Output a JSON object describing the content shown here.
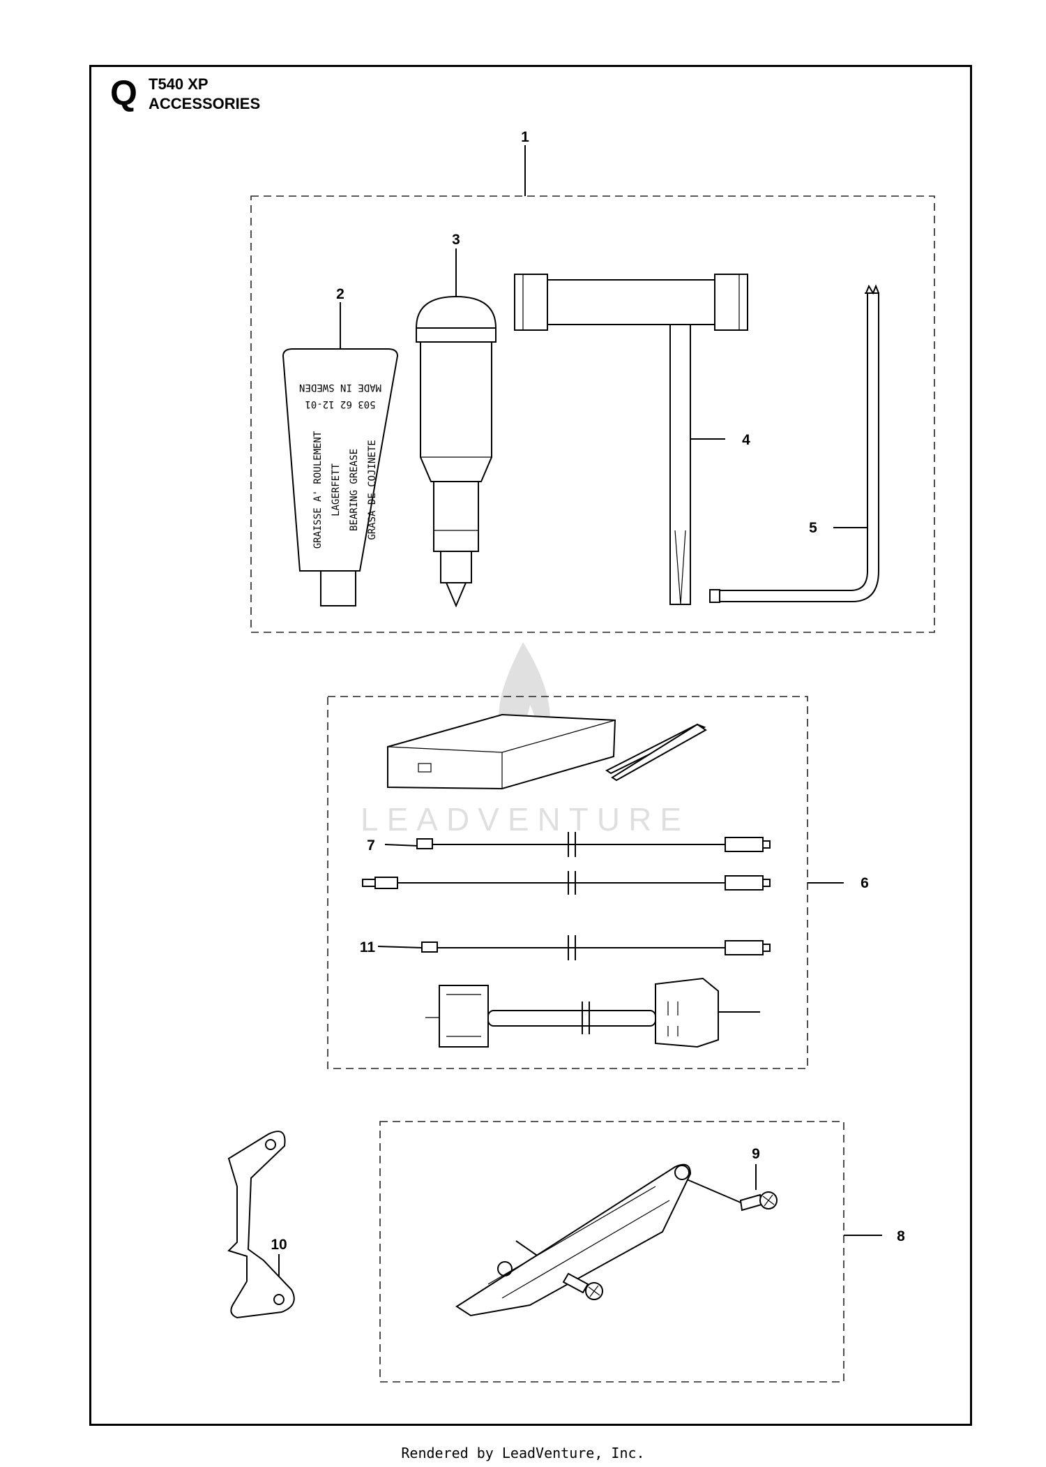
{
  "header": {
    "section_letter": "Q",
    "model": "T540 XP",
    "title": "ACCESSORIES"
  },
  "tube_label": {
    "lines": [
      "GRAISSE A' ROULEMENT",
      "LAGERFETT",
      "BEARING GREASE",
      "GRASA DE COJINETE"
    ],
    "part_number": "503 62 12-01",
    "origin": "MADE IN SWEDEN"
  },
  "callouts": [
    {
      "number": "1"
    },
    {
      "number": "2"
    },
    {
      "number": "3"
    },
    {
      "number": "4"
    },
    {
      "number": "5"
    },
    {
      "number": "6"
    },
    {
      "number": "7"
    },
    {
      "number": "8"
    },
    {
      "number": "9"
    },
    {
      "number": "10"
    },
    {
      "number": "11"
    }
  ],
  "watermark": "LEADVENTURE",
  "footer": "Rendered by LeadVenture, Inc."
}
